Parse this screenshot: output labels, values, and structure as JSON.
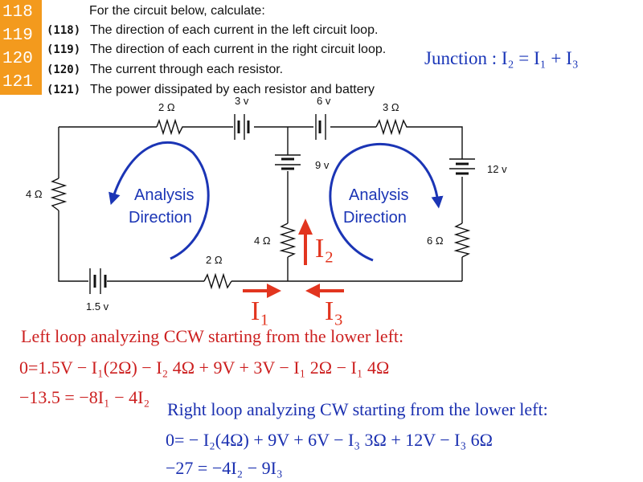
{
  "badges": [
    "118",
    "119",
    "120",
    "121"
  ],
  "intro": "For the circuit below, calculate:",
  "questions": [
    {
      "num": "(118)",
      "text": "The direction of each current in the left circuit loop."
    },
    {
      "num": "(119)",
      "text": "The direction of each current in the right circuit loop."
    },
    {
      "num": "(120)",
      "text": "The current through each resistor."
    },
    {
      "num": "(121)",
      "text": "The power dissipated by each resistor and battery"
    }
  ],
  "junction": "Junction :  I₂ = I₁ + I₃",
  "circuit": {
    "labels": {
      "r_top_left": "2 Ω",
      "batt_top_left": "3 v",
      "batt_top_right": "6 v",
      "r_top_right": "3 Ω",
      "r_left": "4 Ω",
      "batt_middle": "9 v",
      "batt_right": "12 v",
      "r_middle": "4 Ω",
      "r_right": "6 Ω",
      "r_bottom": "2 Ω",
      "batt_bottom": "1.5 v"
    },
    "analysis_line1": "Analysis",
    "analysis_line2": "Direction",
    "current_i1": "I₁",
    "current_i2": "I₂",
    "current_i3": "I₃",
    "colors": {
      "currents": "#e2351f",
      "analysis": "#1b35b5"
    }
  },
  "equations": {
    "left_title": "Left  loop analyzing CCW starting from the lower left:",
    "left_eq1": "0=1.5V − I₁(2Ω) − I₂ 4Ω + 9V + 3V − I₁ 2Ω − I₁ 4Ω",
    "left_eq2": "−13.5 = −8I₁ − 4I₂",
    "right_title": "Right loop analyzing CW starting from the lower left:",
    "right_eq1": "0= − I₂(4Ω) + 9V + 6V − I₃ 3Ω + 12V − I₃ 6Ω",
    "right_eq2": "−27 = −4I₂ − 9I₃"
  }
}
